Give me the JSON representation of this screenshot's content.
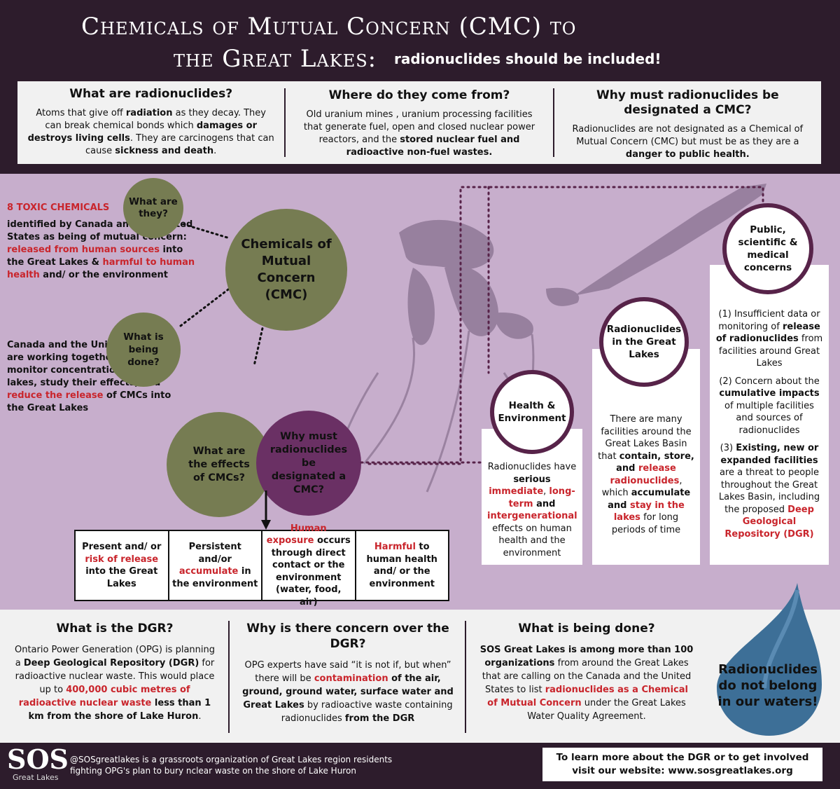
{
  "header": {
    "title_line1": "Chemicals of Mutual Concern (CMC) to",
    "title_line2": "the Great Lakes:",
    "subtitle": "radionuclides should be included!"
  },
  "info": {
    "what": {
      "heading": "What are radionuclides?",
      "p1": "Atoms that give off ",
      "b1": "radiation",
      "p2": " as they decay. They can break chemical bonds which ",
      "b2": "damages or destroys living cells",
      "p3": ". They are carcinogens that can cause ",
      "b3": "sickness and death",
      "p4": "."
    },
    "where": {
      "heading": "Where do they come from?",
      "p1": "Old uranium mines , uranium processing facilities that generate fuel, open and closed nuclear power reactors, and the ",
      "b1": "stored nuclear fuel and radioactive non-fuel wastes."
    },
    "why": {
      "heading": "Why must radionuclides be designated a CMC?",
      "p1": "Radionuclides are not designated as a Chemical of Mutual Concern (CMC) but must be as they are a ",
      "b1": "danger to public health."
    }
  },
  "left": {
    "toxic_heading": "8 TOXIC CHEMICALS",
    "toxic_1": "identified by Canada and the United States as being of mutual concern: ",
    "toxic_red1": "released from human sources",
    "toxic_2": " into the Great Lakes & ",
    "toxic_red2": "harmful to human health",
    "toxic_3": " and/ or the environment",
    "done_1": "Canada and the United States are working together to monitor concentrations in the lakes, study their effects, and ",
    "done_red": "reduce the release",
    "done_2": " of CMCs into the Great Lakes"
  },
  "circles": {
    "cmc": "Chemicals of Mutual Concern (CMC)",
    "what_are": "What are they?",
    "being_done": "What is being done?",
    "effects": "What are the effects of CMCs?",
    "why_designated": "Why must radionuclides be designated a CMC?"
  },
  "effects": {
    "c1_a": "Present and/ or ",
    "c1_red": "risk of release",
    "c1_b": " into the Great Lakes",
    "c2_a": "Persistent and/or ",
    "c2_red": "accumulate",
    "c2_b": " in the environment",
    "c3_red": "Human exposure",
    "c3_b": " occurs through direct contact or the environment (water, food, air)",
    "c4_red": "Harmful",
    "c4_b": " to human health and/ or the environment"
  },
  "cards": {
    "health": {
      "heading": "Health & Environment",
      "p1": "Radionuclides have ",
      "b1": "serious",
      "r1": "immediate",
      "p2": ", ",
      "r2": "long-term",
      "b2": " and ",
      "r3": "intergenerational",
      "p3": " effects on human health and the environment"
    },
    "lakes": {
      "heading": "Radionuclides in the Great Lakes",
      "p1": "There are many facilities around the Great Lakes Basin that ",
      "b1": "contain, store, and ",
      "r1": "release radionuclides",
      "p2": ", which ",
      "b2": "accumulate and ",
      "r2": "stay in the lakes",
      "p3": " for long periods of time"
    },
    "public": {
      "heading": "Public, scientific & medical concerns",
      "i1_a": "(1) Insufficient data or monitoring of ",
      "i1_b": "release of radionuclides",
      "i1_c": " from facilities around Great Lakes",
      "i2_a": "(2) Concern about the ",
      "i2_b": "cumulative impacts",
      "i2_c": " of multiple facilities and sources of radionuclides",
      "i3_a": "(3) ",
      "i3_b": "Existing, new or expanded facilities",
      "i3_c": " are a threat to people throughout the Great Lakes Basin, including the proposed ",
      "i3_red": "Deep Geological Repository (DGR)"
    }
  },
  "bottom": {
    "dgr": {
      "heading": "What is the DGR?",
      "p1": "Ontario Power Generation (OPG) is planning a ",
      "b1": "Deep Geological Repository (DGR)",
      "p2": " for radioactive nuclear waste. This would place up to ",
      "r1": "400,000 cubic metres of radioactive nuclear waste",
      "b2": " less than 1 km from the shore of Lake Huron",
      "p3": "."
    },
    "concern": {
      "heading": "Why is there concern over the DGR?",
      "p1": "OPG experts have said “it is not if, but when” there will be ",
      "r1": "contamination",
      "b1": " of the air, ground, ground water, surface water and Great Lakes",
      "p2": " by radioactive waste containing radionuclides ",
      "b2": "from the DGR"
    },
    "doing": {
      "heading": "What is being done?",
      "b1": "SOS Great Lakes is among more than 100 organizations",
      "p1": " from around the Great Lakes that are calling on the Canada and the United States to list ",
      "r1": "radionuclides as a Chemical of Mutual Concern",
      "p2": " under the Great Lakes Water Quality Agreement."
    },
    "drop": "Radionuclides do not belong in our waters!"
  },
  "footer": {
    "logo": "SOS",
    "logo_sub": "Great Lakes",
    "text": "@SOSgreatlakes is a grassroots organization of Great Lakes region residents fighting OPG's plan to bury nclear waste on the shore of Lake Huron",
    "cta_1": "To learn more about the DGR or to get involved",
    "cta_2": "visit our website: www.sosgreatlakes.org"
  },
  "colors": {
    "dark": "#2d1c2c",
    "purple_bg": "#c7aecc",
    "green": "#767c52",
    "plum": "#6a3064",
    "red": "#c9252c",
    "drop": "#3d6f97"
  }
}
